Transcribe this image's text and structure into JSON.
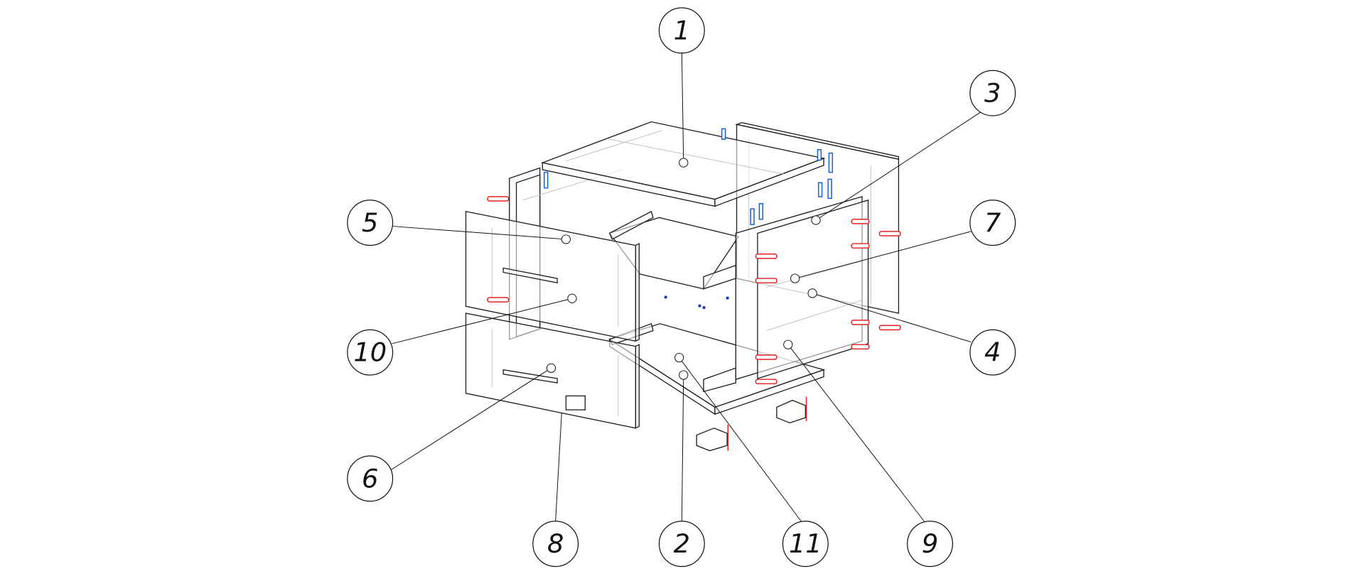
{
  "diagram": {
    "type": "exploded-assembly",
    "callouts": [
      {
        "id": "1",
        "label": "1"
      },
      {
        "id": "2",
        "label": "2"
      },
      {
        "id": "3",
        "label": "3"
      },
      {
        "id": "4",
        "label": "4"
      },
      {
        "id": "5",
        "label": "5"
      },
      {
        "id": "6",
        "label": "6"
      },
      {
        "id": "7",
        "label": "7"
      },
      {
        "id": "8",
        "label": "8"
      },
      {
        "id": "9",
        "label": "9"
      },
      {
        "id": "10",
        "label": "10"
      },
      {
        "id": "11",
        "label": "11"
      }
    ]
  },
  "colors": {
    "line": "#222222",
    "dowel": "#e02020",
    "fastener": "#1060d0"
  }
}
